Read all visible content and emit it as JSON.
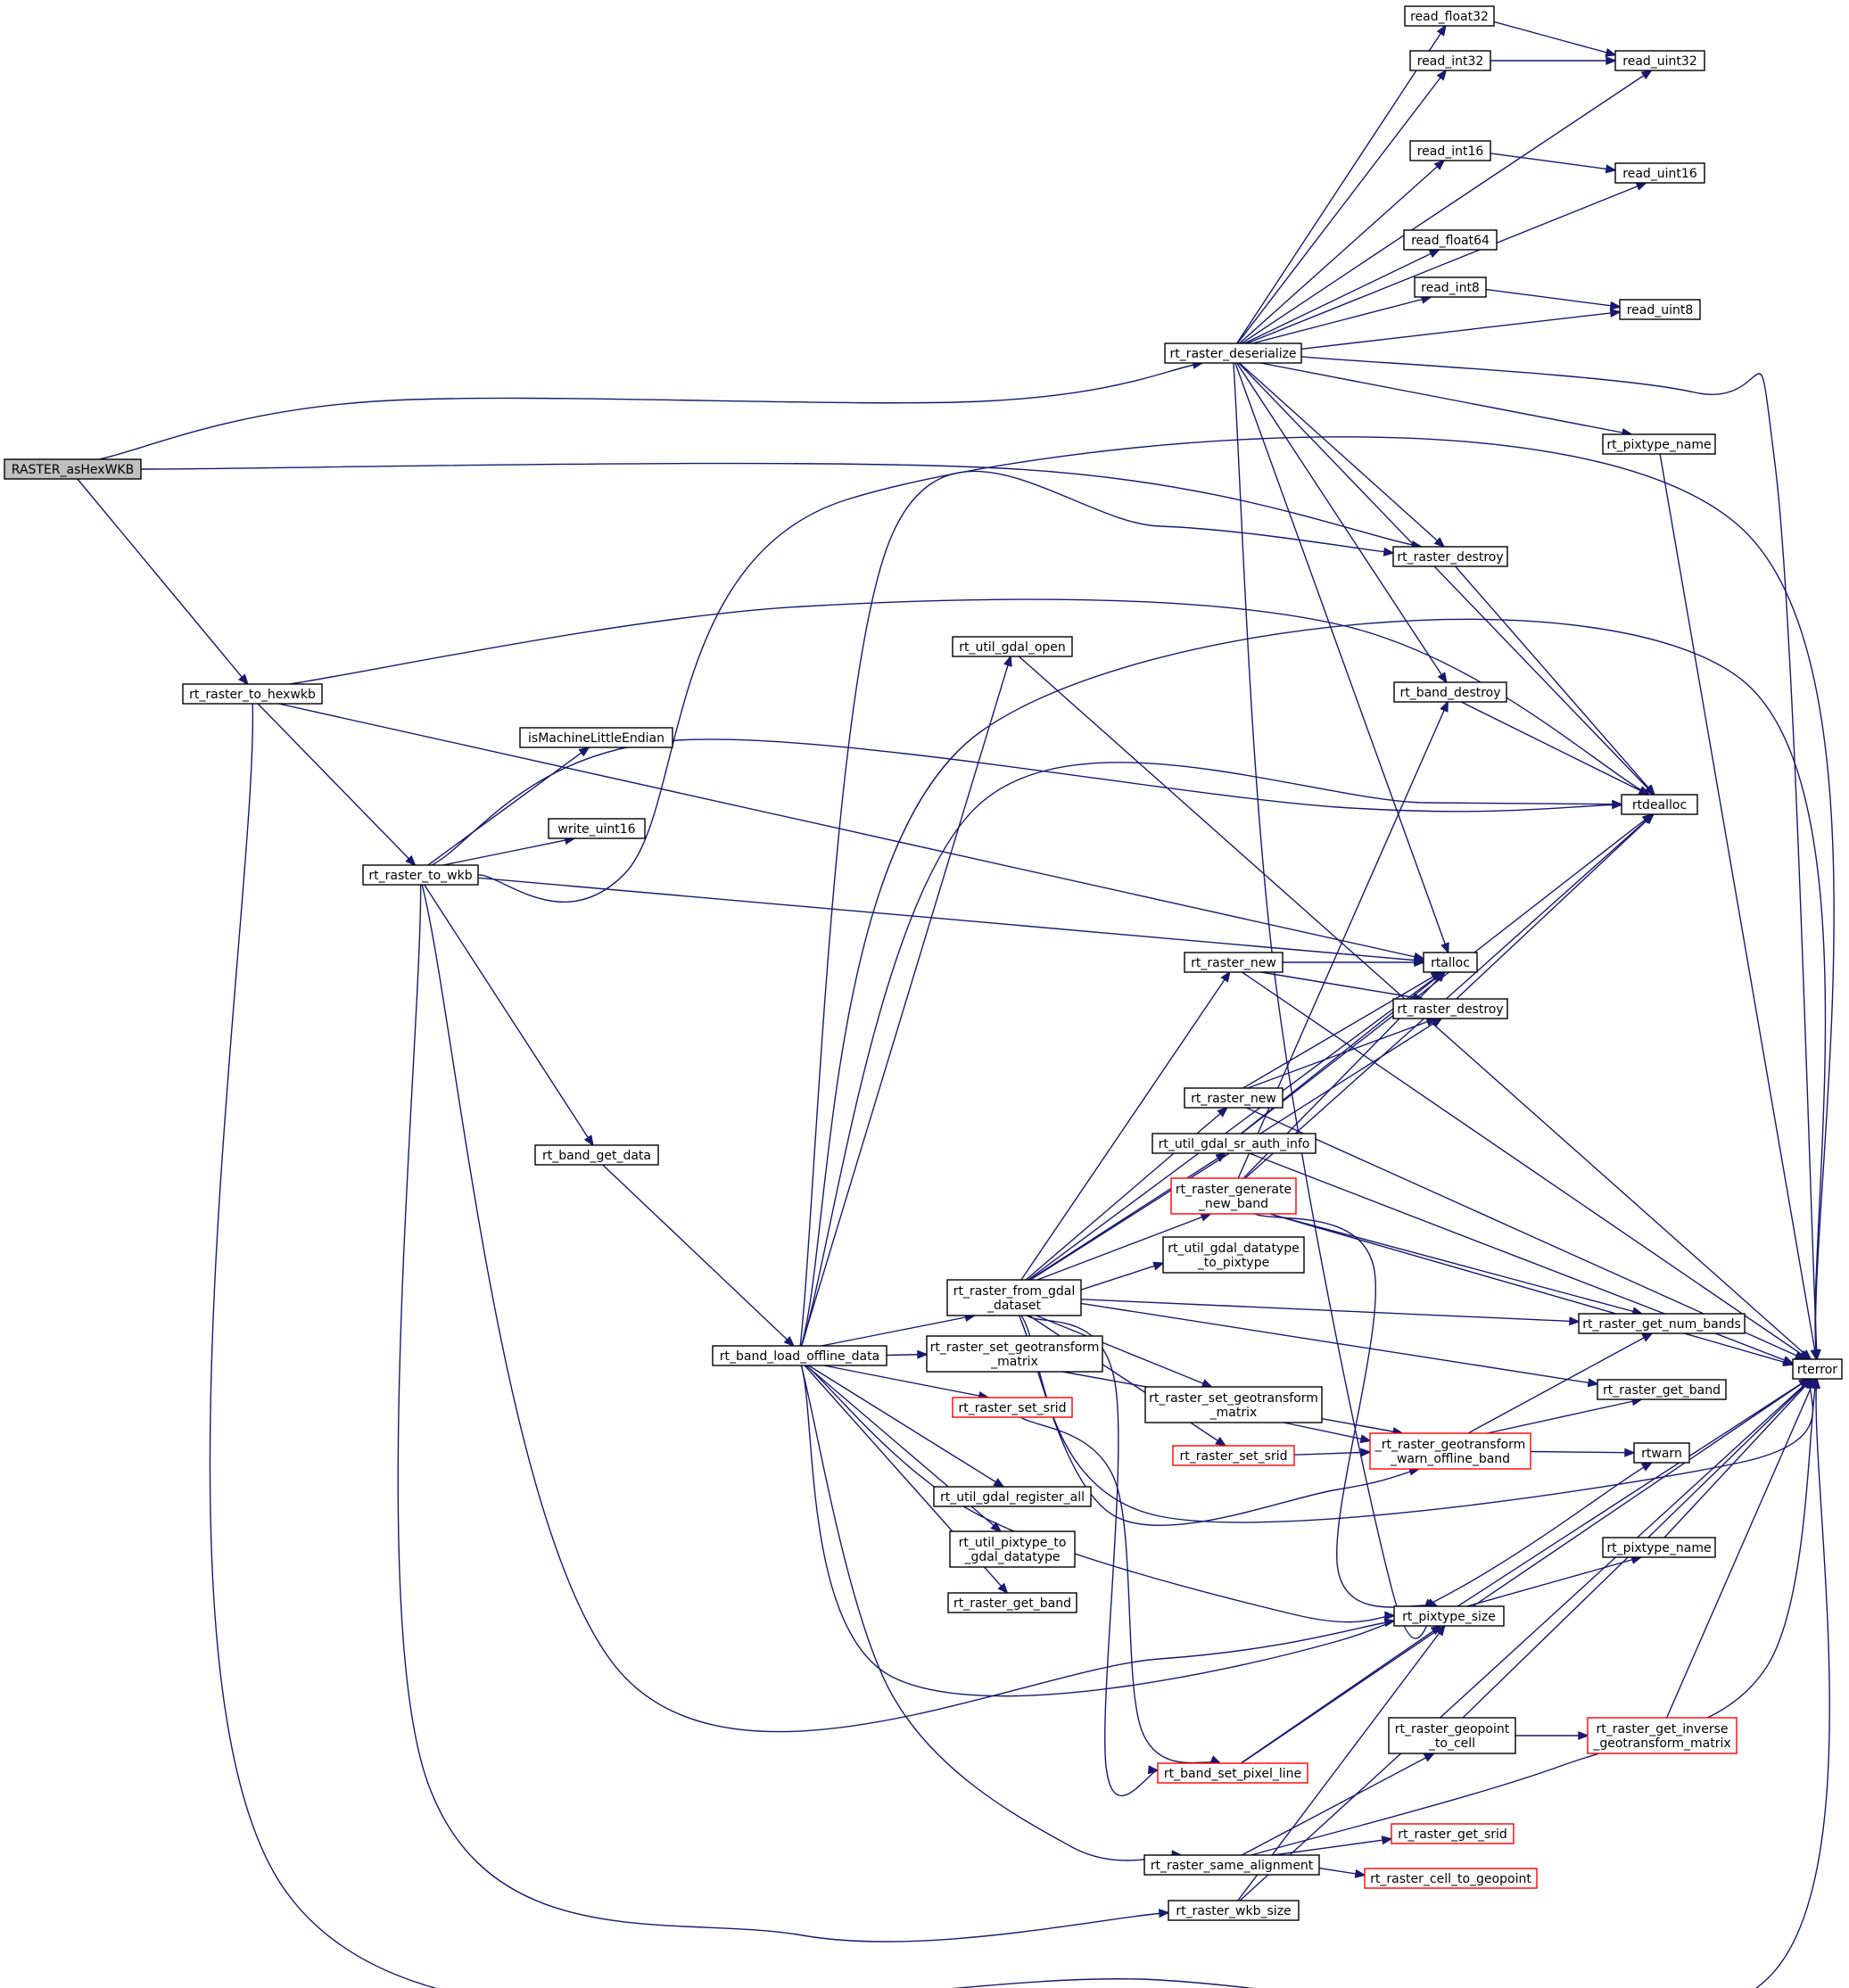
{
  "graph": {
    "colors": {
      "edge": "#191970",
      "red_border": "#ff0000",
      "root_fill": "#bfbfbf",
      "node_border": "#000000"
    },
    "nodes": [
      {
        "id": "raster_ashexwkb",
        "lines": [
          "RASTER_asHexWKB"
        ],
        "style": "root"
      },
      {
        "id": "rt_raster_deserialize",
        "lines": [
          "rt_raster_deserialize"
        ]
      },
      {
        "id": "rt_raster_to_hexwkb",
        "lines": [
          "rt_raster_to_hexwkb"
        ]
      },
      {
        "id": "rt_raster_to_wkb",
        "lines": [
          "rt_raster_to_wkb"
        ]
      },
      {
        "id": "ismachinelittleendian",
        "lines": [
          "isMachineLittleEndian"
        ]
      },
      {
        "id": "write_uint16",
        "lines": [
          "write_uint16"
        ]
      },
      {
        "id": "rt_band_get_data",
        "lines": [
          "rt_band_get_data"
        ]
      },
      {
        "id": "rt_band_load_offline_data",
        "lines": [
          "rt_band_load_offline_data"
        ]
      },
      {
        "id": "read_float32",
        "lines": [
          "read_float32"
        ]
      },
      {
        "id": "read_int32",
        "lines": [
          "read_int32"
        ]
      },
      {
        "id": "read_uint32",
        "lines": [
          "read_uint32"
        ]
      },
      {
        "id": "read_int16",
        "lines": [
          "read_int16"
        ]
      },
      {
        "id": "read_uint16",
        "lines": [
          "read_uint16"
        ]
      },
      {
        "id": "read_float64",
        "lines": [
          "read_float64"
        ]
      },
      {
        "id": "read_int8",
        "lines": [
          "read_int8"
        ]
      },
      {
        "id": "read_uint8",
        "lines": [
          "read_uint8"
        ]
      },
      {
        "id": "rt_pixtype_name_1",
        "lines": [
          "rt_pixtype_name"
        ]
      },
      {
        "id": "rt_raster_destroy_1",
        "lines": [
          "rt_raster_destroy"
        ]
      },
      {
        "id": "rt_util_gdal_open",
        "lines": [
          "rt_util_gdal_open"
        ]
      },
      {
        "id": "rt_band_destroy",
        "lines": [
          "rt_band_destroy"
        ]
      },
      {
        "id": "rtdealloc",
        "lines": [
          "rtdealloc"
        ]
      },
      {
        "id": "rtalloc",
        "lines": [
          "rtalloc"
        ]
      },
      {
        "id": "rt_raster_new_1",
        "lines": [
          "rt_raster_new"
        ]
      },
      {
        "id": "rt_raster_destroy_2",
        "lines": [
          "rt_raster_destroy"
        ]
      },
      {
        "id": "rt_raster_new_2",
        "lines": [
          "rt_raster_new"
        ]
      },
      {
        "id": "rt_util_gdal_sr_auth_info",
        "lines": [
          "rt_util_gdal_sr_auth_info"
        ]
      },
      {
        "id": "rt_raster_generate_new_band",
        "lines": [
          "rt_raster_generate",
          "_new_band"
        ],
        "style": "red"
      },
      {
        "id": "rt_util_gdal_datatype_to_pixtype",
        "lines": [
          "rt_util_gdal_datatype",
          "_to_pixtype"
        ]
      },
      {
        "id": "rt_raster_from_gdal_dataset",
        "lines": [
          "rt_raster_from_gdal",
          "_dataset"
        ]
      },
      {
        "id": "rt_raster_get_num_bands",
        "lines": [
          "rt_raster_get_num_bands"
        ]
      },
      {
        "id": "rterror",
        "lines": [
          "rterror"
        ]
      },
      {
        "id": "rt_raster_set_geotransform_matrix_1",
        "lines": [
          "rt_raster_set_geotransform",
          "_matrix"
        ]
      },
      {
        "id": "rt_raster_set_srid_1",
        "lines": [
          "rt_raster_set_srid"
        ],
        "style": "red"
      },
      {
        "id": "rt_raster_set_geotransform_matrix_2",
        "lines": [
          "rt_raster_set_geotransform",
          "_matrix"
        ]
      },
      {
        "id": "rt_raster_get_band_1",
        "lines": [
          "rt_raster_get_band"
        ]
      },
      {
        "id": "rt_raster_set_srid_2",
        "lines": [
          "rt_raster_set_srid"
        ],
        "style": "red"
      },
      {
        "id": "rt_raster_geotransform_warn_offline_band",
        "lines": [
          "_rt_raster_geotransform",
          "_warn_offline_band"
        ],
        "style": "red"
      },
      {
        "id": "rtwarn",
        "lines": [
          "rtwarn"
        ]
      },
      {
        "id": "rt_util_gdal_register_all",
        "lines": [
          "rt_util_gdal_register_all"
        ]
      },
      {
        "id": "rt_util_pixtype_to_gdal_datatype",
        "lines": [
          "rt_util_pixtype_to",
          "_gdal_datatype"
        ]
      },
      {
        "id": "rt_pixtype_name_2",
        "lines": [
          "rt_pixtype_name"
        ]
      },
      {
        "id": "rt_raster_get_band_2",
        "lines": [
          "rt_raster_get_band"
        ]
      },
      {
        "id": "rt_pixtype_size",
        "lines": [
          "rt_pixtype_size"
        ]
      },
      {
        "id": "rt_raster_geopoint_to_cell",
        "lines": [
          "rt_raster_geopoint",
          "_to_cell"
        ]
      },
      {
        "id": "rt_raster_get_inverse_geotransform_matrix",
        "lines": [
          "rt_raster_get_inverse",
          "_geotransform_matrix"
        ],
        "style": "red"
      },
      {
        "id": "rt_band_set_pixel_line",
        "lines": [
          "rt_band_set_pixel_line"
        ],
        "style": "red"
      },
      {
        "id": "rt_raster_get_srid",
        "lines": [
          "rt_raster_get_srid"
        ],
        "style": "red"
      },
      {
        "id": "rt_raster_same_alignment",
        "lines": [
          "rt_raster_same_alignment"
        ]
      },
      {
        "id": "rt_raster_cell_to_geopoint",
        "lines": [
          "rt_raster_cell_to_geopoint"
        ],
        "style": "red"
      },
      {
        "id": "rt_raster_wkb_size",
        "lines": [
          "rt_raster_wkb_size"
        ]
      }
    ],
    "edges": [
      {
        "from": "raster_ashexwkb",
        "to": "rt_raster_deserialize"
      },
      {
        "from": "raster_ashexwkb",
        "to": "rt_raster_destroy_1"
      },
      {
        "from": "raster_ashexwkb",
        "to": "rt_raster_to_hexwkb"
      },
      {
        "from": "rt_raster_deserialize",
        "to": "read_float32"
      },
      {
        "from": "rt_raster_deserialize",
        "to": "read_int32"
      },
      {
        "from": "rt_raster_deserialize",
        "to": "read_uint32"
      },
      {
        "from": "rt_raster_deserialize",
        "to": "read_int16"
      },
      {
        "from": "rt_raster_deserialize",
        "to": "read_uint16"
      },
      {
        "from": "rt_raster_deserialize",
        "to": "read_float64"
      },
      {
        "from": "rt_raster_deserialize",
        "to": "read_int8"
      },
      {
        "from": "rt_raster_deserialize",
        "to": "read_uint8"
      },
      {
        "from": "rt_raster_deserialize",
        "to": "rterror"
      },
      {
        "from": "rt_raster_deserialize",
        "to": "rt_pixtype_name_1"
      },
      {
        "from": "rt_raster_deserialize",
        "to": "rt_raster_destroy_1"
      },
      {
        "from": "rt_raster_deserialize",
        "to": "rt_band_destroy"
      },
      {
        "from": "rt_raster_deserialize",
        "to": "rtdealloc"
      },
      {
        "from": "rt_raster_deserialize",
        "to": "rtalloc"
      },
      {
        "from": "rt_raster_deserialize",
        "to": "rt_pixtype_size"
      },
      {
        "from": "read_float32",
        "to": "read_uint32"
      },
      {
        "from": "read_int32",
        "to": "read_uint32"
      },
      {
        "from": "read_int16",
        "to": "read_uint16"
      },
      {
        "from": "read_int8",
        "to": "read_uint8"
      },
      {
        "from": "rt_pixtype_name_1",
        "to": "rterror"
      },
      {
        "from": "rt_raster_destroy_1",
        "to": "rtdealloc"
      },
      {
        "from": "rt_band_destroy",
        "to": "rtdealloc"
      },
      {
        "from": "rt_raster_to_hexwkb",
        "to": "rtdealloc"
      },
      {
        "from": "rt_raster_to_hexwkb",
        "to": "rtalloc"
      },
      {
        "from": "rt_raster_to_hexwkb",
        "to": "rt_raster_to_wkb"
      },
      {
        "from": "rt_raster_to_hexwkb",
        "to": "rterror"
      },
      {
        "from": "rt_raster_to_wkb",
        "to": "ismachinelittleendian"
      },
      {
        "from": "rt_raster_to_wkb",
        "to": "write_uint16"
      },
      {
        "from": "rt_raster_to_wkb",
        "to": "rterror"
      },
      {
        "from": "rt_raster_to_wkb",
        "to": "rtdealloc"
      },
      {
        "from": "rt_raster_to_wkb",
        "to": "rtalloc"
      },
      {
        "from": "rt_raster_to_wkb",
        "to": "rt_band_get_data"
      },
      {
        "from": "rt_raster_to_wkb",
        "to": "rt_pixtype_size"
      },
      {
        "from": "rt_raster_to_wkb",
        "to": "rt_raster_wkb_size"
      },
      {
        "from": "rt_band_get_data",
        "to": "rt_band_load_offline_data"
      },
      {
        "from": "rt_band_load_offline_data",
        "to": "rt_util_gdal_open"
      },
      {
        "from": "rt_band_load_offline_data",
        "to": "rt_raster_destroy_1"
      },
      {
        "from": "rt_band_load_offline_data",
        "to": "rterror"
      },
      {
        "from": "rt_band_load_offline_data",
        "to": "rtdealloc"
      },
      {
        "from": "rt_band_load_offline_data",
        "to": "rt_raster_from_gdal_dataset"
      },
      {
        "from": "rt_band_load_offline_data",
        "to": "rt_raster_set_geotransform_matrix_1"
      },
      {
        "from": "rt_band_load_offline_data",
        "to": "rt_raster_set_srid_1"
      },
      {
        "from": "rt_band_load_offline_data",
        "to": "rt_util_gdal_register_all"
      },
      {
        "from": "rt_band_load_offline_data",
        "to": "rt_util_pixtype_to_gdal_datatype"
      },
      {
        "from": "rt_band_load_offline_data",
        "to": "rt_raster_get_band_2"
      },
      {
        "from": "rt_band_load_offline_data",
        "to": "rt_raster_same_alignment"
      },
      {
        "from": "rt_band_load_offline_data",
        "to": "rt_pixtype_size"
      },
      {
        "from": "rt_band_load_offline_data",
        "to": "rtwarn"
      },
      {
        "from": "rt_util_gdal_open",
        "to": "rterror"
      },
      {
        "from": "rt_raster_from_gdal_dataset",
        "to": "rt_raster_new_1"
      },
      {
        "from": "rt_raster_from_gdal_dataset",
        "to": "rt_raster_new_2"
      },
      {
        "from": "rt_raster_from_gdal_dataset",
        "to": "rt_util_gdal_sr_auth_info"
      },
      {
        "from": "rt_raster_from_gdal_dataset",
        "to": "rt_raster_generate_new_band"
      },
      {
        "from": "rt_raster_from_gdal_dataset",
        "to": "rt_util_gdal_datatype_to_pixtype"
      },
      {
        "from": "rt_raster_from_gdal_dataset",
        "to": "rt_raster_get_num_bands"
      },
      {
        "from": "rt_raster_from_gdal_dataset",
        "to": "rt_raster_get_band_1"
      },
      {
        "from": "rt_raster_from_gdal_dataset",
        "to": "rt_raster_set_geotransform_matrix_2"
      },
      {
        "from": "rt_raster_from_gdal_dataset",
        "to": "rt_raster_set_srid_2"
      },
      {
        "from": "rt_raster_from_gdal_dataset",
        "to": "rterror"
      },
      {
        "from": "rt_raster_from_gdal_dataset",
        "to": "rtalloc"
      },
      {
        "from": "rt_raster_from_gdal_dataset",
        "to": "rt_raster_destroy_2"
      },
      {
        "from": "rt_raster_from_gdal_dataset",
        "to": "rt_band_set_pixel_line"
      },
      {
        "from": "rt_raster_from_gdal_dataset",
        "to": "rt_raster_geotransform_warn_offline_band"
      },
      {
        "from": "rt_raster_new_1",
        "to": "rtalloc"
      },
      {
        "from": "rt_raster_new_1",
        "to": "rt_raster_destroy_2"
      },
      {
        "from": "rt_raster_new_1",
        "to": "rterror"
      },
      {
        "from": "rt_raster_new_2",
        "to": "rtalloc"
      },
      {
        "from": "rt_raster_new_2",
        "to": "rt_raster_destroy_2"
      },
      {
        "from": "rt_raster_new_2",
        "to": "rterror"
      },
      {
        "from": "rt_raster_destroy_2",
        "to": "rtdealloc"
      },
      {
        "from": "rt_util_gdal_sr_auth_info",
        "to": "rtalloc"
      },
      {
        "from": "rt_util_gdal_sr_auth_info",
        "to": "rtdealloc"
      },
      {
        "from": "rt_util_gdal_sr_auth_info",
        "to": "rterror"
      },
      {
        "from": "rt_raster_generate_new_band",
        "to": "rt_band_destroy"
      },
      {
        "from": "rt_raster_generate_new_band",
        "to": "rtalloc"
      },
      {
        "from": "rt_raster_generate_new_band",
        "to": "rtdealloc"
      },
      {
        "from": "rt_raster_generate_new_band",
        "to": "rterror"
      },
      {
        "from": "rt_raster_generate_new_band",
        "to": "rt_raster_get_num_bands"
      },
      {
        "from": "rt_raster_generate_new_band",
        "to": "rt_pixtype_size"
      },
      {
        "from": "rt_raster_set_geotransform_matrix_1",
        "to": "rt_raster_geotransform_warn_offline_band"
      },
      {
        "from": "rt_raster_set_srid_1",
        "to": "rt_band_set_pixel_line"
      },
      {
        "from": "rt_raster_set_geotransform_matrix_2",
        "to": "rt_raster_geotransform_warn_offline_band"
      },
      {
        "from": "rt_raster_set_srid_2",
        "to": "rt_raster_geotransform_warn_offline_band"
      },
      {
        "from": "rt_raster_geotransform_warn_offline_band",
        "to": "rt_raster_get_num_bands"
      },
      {
        "from": "rt_raster_geotransform_warn_offline_band",
        "to": "rt_raster_get_band_1"
      },
      {
        "from": "rt_raster_geotransform_warn_offline_band",
        "to": "rtwarn"
      },
      {
        "from": "rt_pixtype_size",
        "to": "rt_pixtype_name_2"
      },
      {
        "from": "rt_pixtype_size",
        "to": "rterror"
      },
      {
        "from": "rt_pixtype_name_2",
        "to": "rterror"
      },
      {
        "from": "rt_band_set_pixel_line",
        "to": "rt_pixtype_size"
      },
      {
        "from": "rt_band_set_pixel_line",
        "to": "rterror"
      },
      {
        "from": "rt_raster_geopoint_to_cell",
        "to": "rt_raster_get_inverse_geotransform_matrix"
      },
      {
        "from": "rt_raster_geopoint_to_cell",
        "to": "rterror"
      },
      {
        "from": "rt_raster_get_inverse_geotransform_matrix",
        "to": "rterror"
      },
      {
        "from": "rt_raster_same_alignment",
        "to": "rt_raster_geopoint_to_cell"
      },
      {
        "from": "rt_raster_same_alignment",
        "to": "rt_raster_get_srid"
      },
      {
        "from": "rt_raster_same_alignment",
        "to": "rt_raster_cell_to_geopoint"
      },
      {
        "from": "rt_raster_same_alignment",
        "to": "rterror"
      },
      {
        "from": "rt_raster_wkb_size",
        "to": "rt_pixtype_size"
      },
      {
        "from": "rt_raster_wkb_size",
        "to": "rterror"
      }
    ]
  }
}
